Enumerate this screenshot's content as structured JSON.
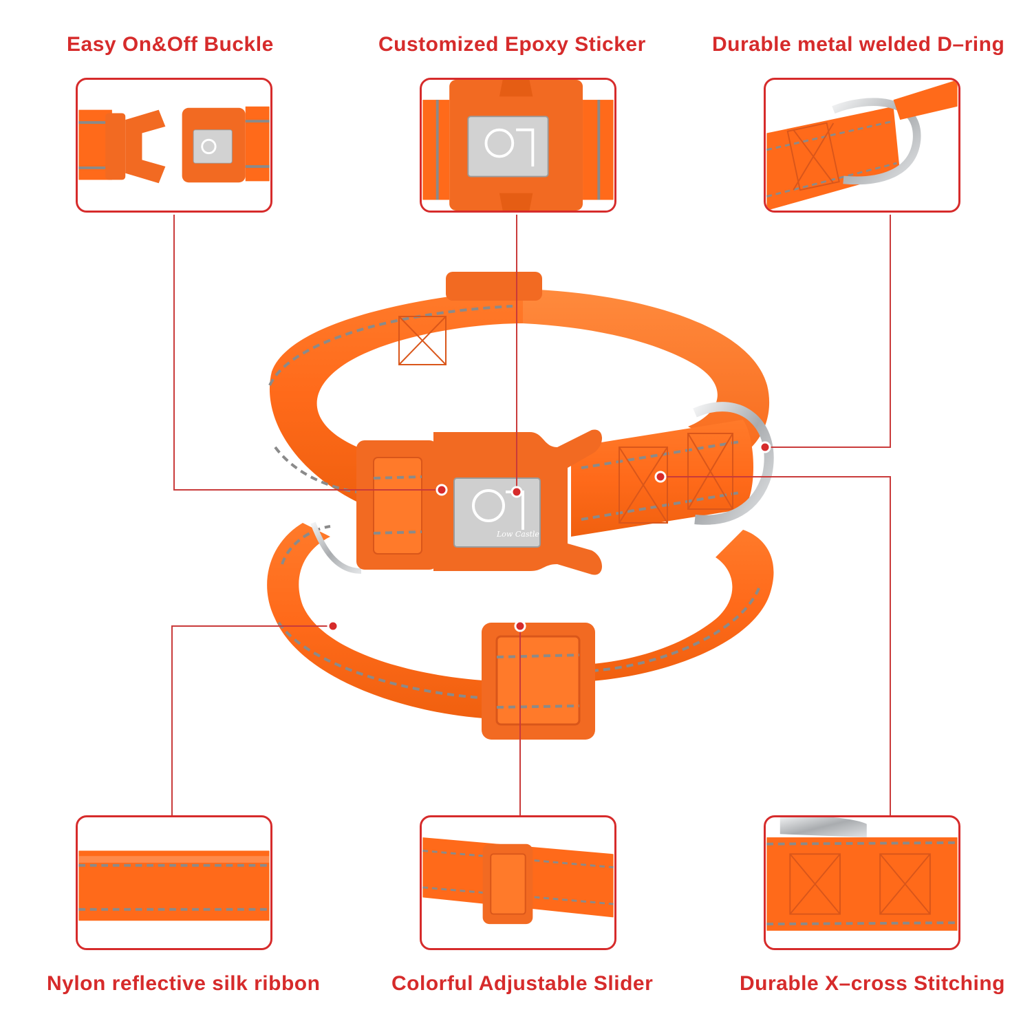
{
  "callouts": {
    "buckle": "Easy On&Off Buckle",
    "sticker": "Customized Epoxy Sticker",
    "dring": "Durable metal welded D–ring",
    "ribbon": "Nylon reflective silk ribbon",
    "slider": "Colorful Adjustable Slider",
    "stitching": "Durable X–cross Stitching"
  },
  "logo_text": "Low Castle",
  "colors": {
    "accent": "#d62b2b",
    "webbing": "#ff6a1a",
    "webbing_dark": "#e8560d",
    "buckle": "#f26a22",
    "reflective": "#8a8a8a",
    "metal": "#c8cacc"
  }
}
